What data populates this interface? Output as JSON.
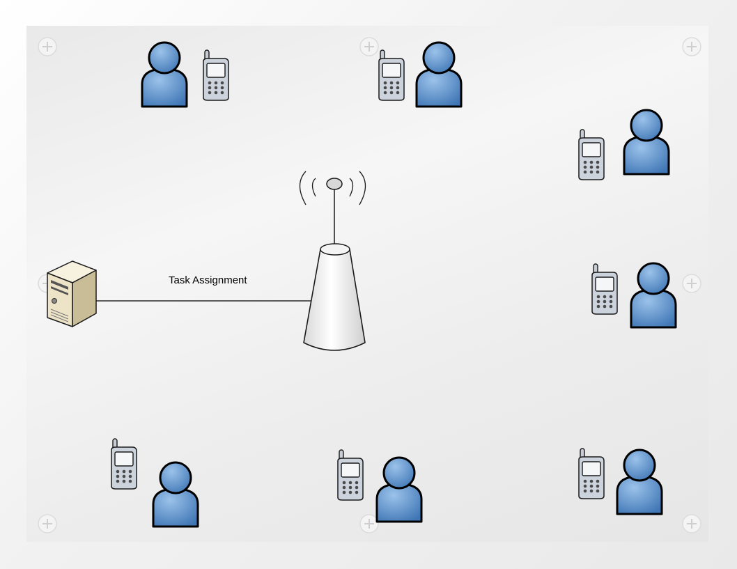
{
  "diagram": {
    "link_label": "Task Assignment",
    "nodes": [
      {
        "id": "server",
        "icon": "server-icon"
      },
      {
        "id": "base-station",
        "icon": "antenna-tower-icon"
      },
      {
        "id": "user-1",
        "icon": "user-icon",
        "device": "cell-phone-icon"
      },
      {
        "id": "user-2",
        "icon": "user-icon",
        "device": "cell-phone-icon"
      },
      {
        "id": "user-3",
        "icon": "user-icon",
        "device": "cell-phone-icon"
      },
      {
        "id": "user-4",
        "icon": "user-icon",
        "device": "cell-phone-icon"
      },
      {
        "id": "user-5",
        "icon": "user-icon",
        "device": "cell-phone-icon"
      },
      {
        "id": "user-6",
        "icon": "user-icon",
        "device": "cell-phone-icon"
      },
      {
        "id": "user-7",
        "icon": "user-icon",
        "device": "cell-phone-icon"
      }
    ],
    "edges": [
      {
        "from": "server",
        "to": "base-station",
        "label_key": "link_label"
      }
    ],
    "colors": {
      "person_fill": "#5b8fc7",
      "person_outline": "#000000",
      "phone_body": "#d4d9e1",
      "server_body": "#efe6cc",
      "tower_body": "#f2f2f2"
    }
  }
}
